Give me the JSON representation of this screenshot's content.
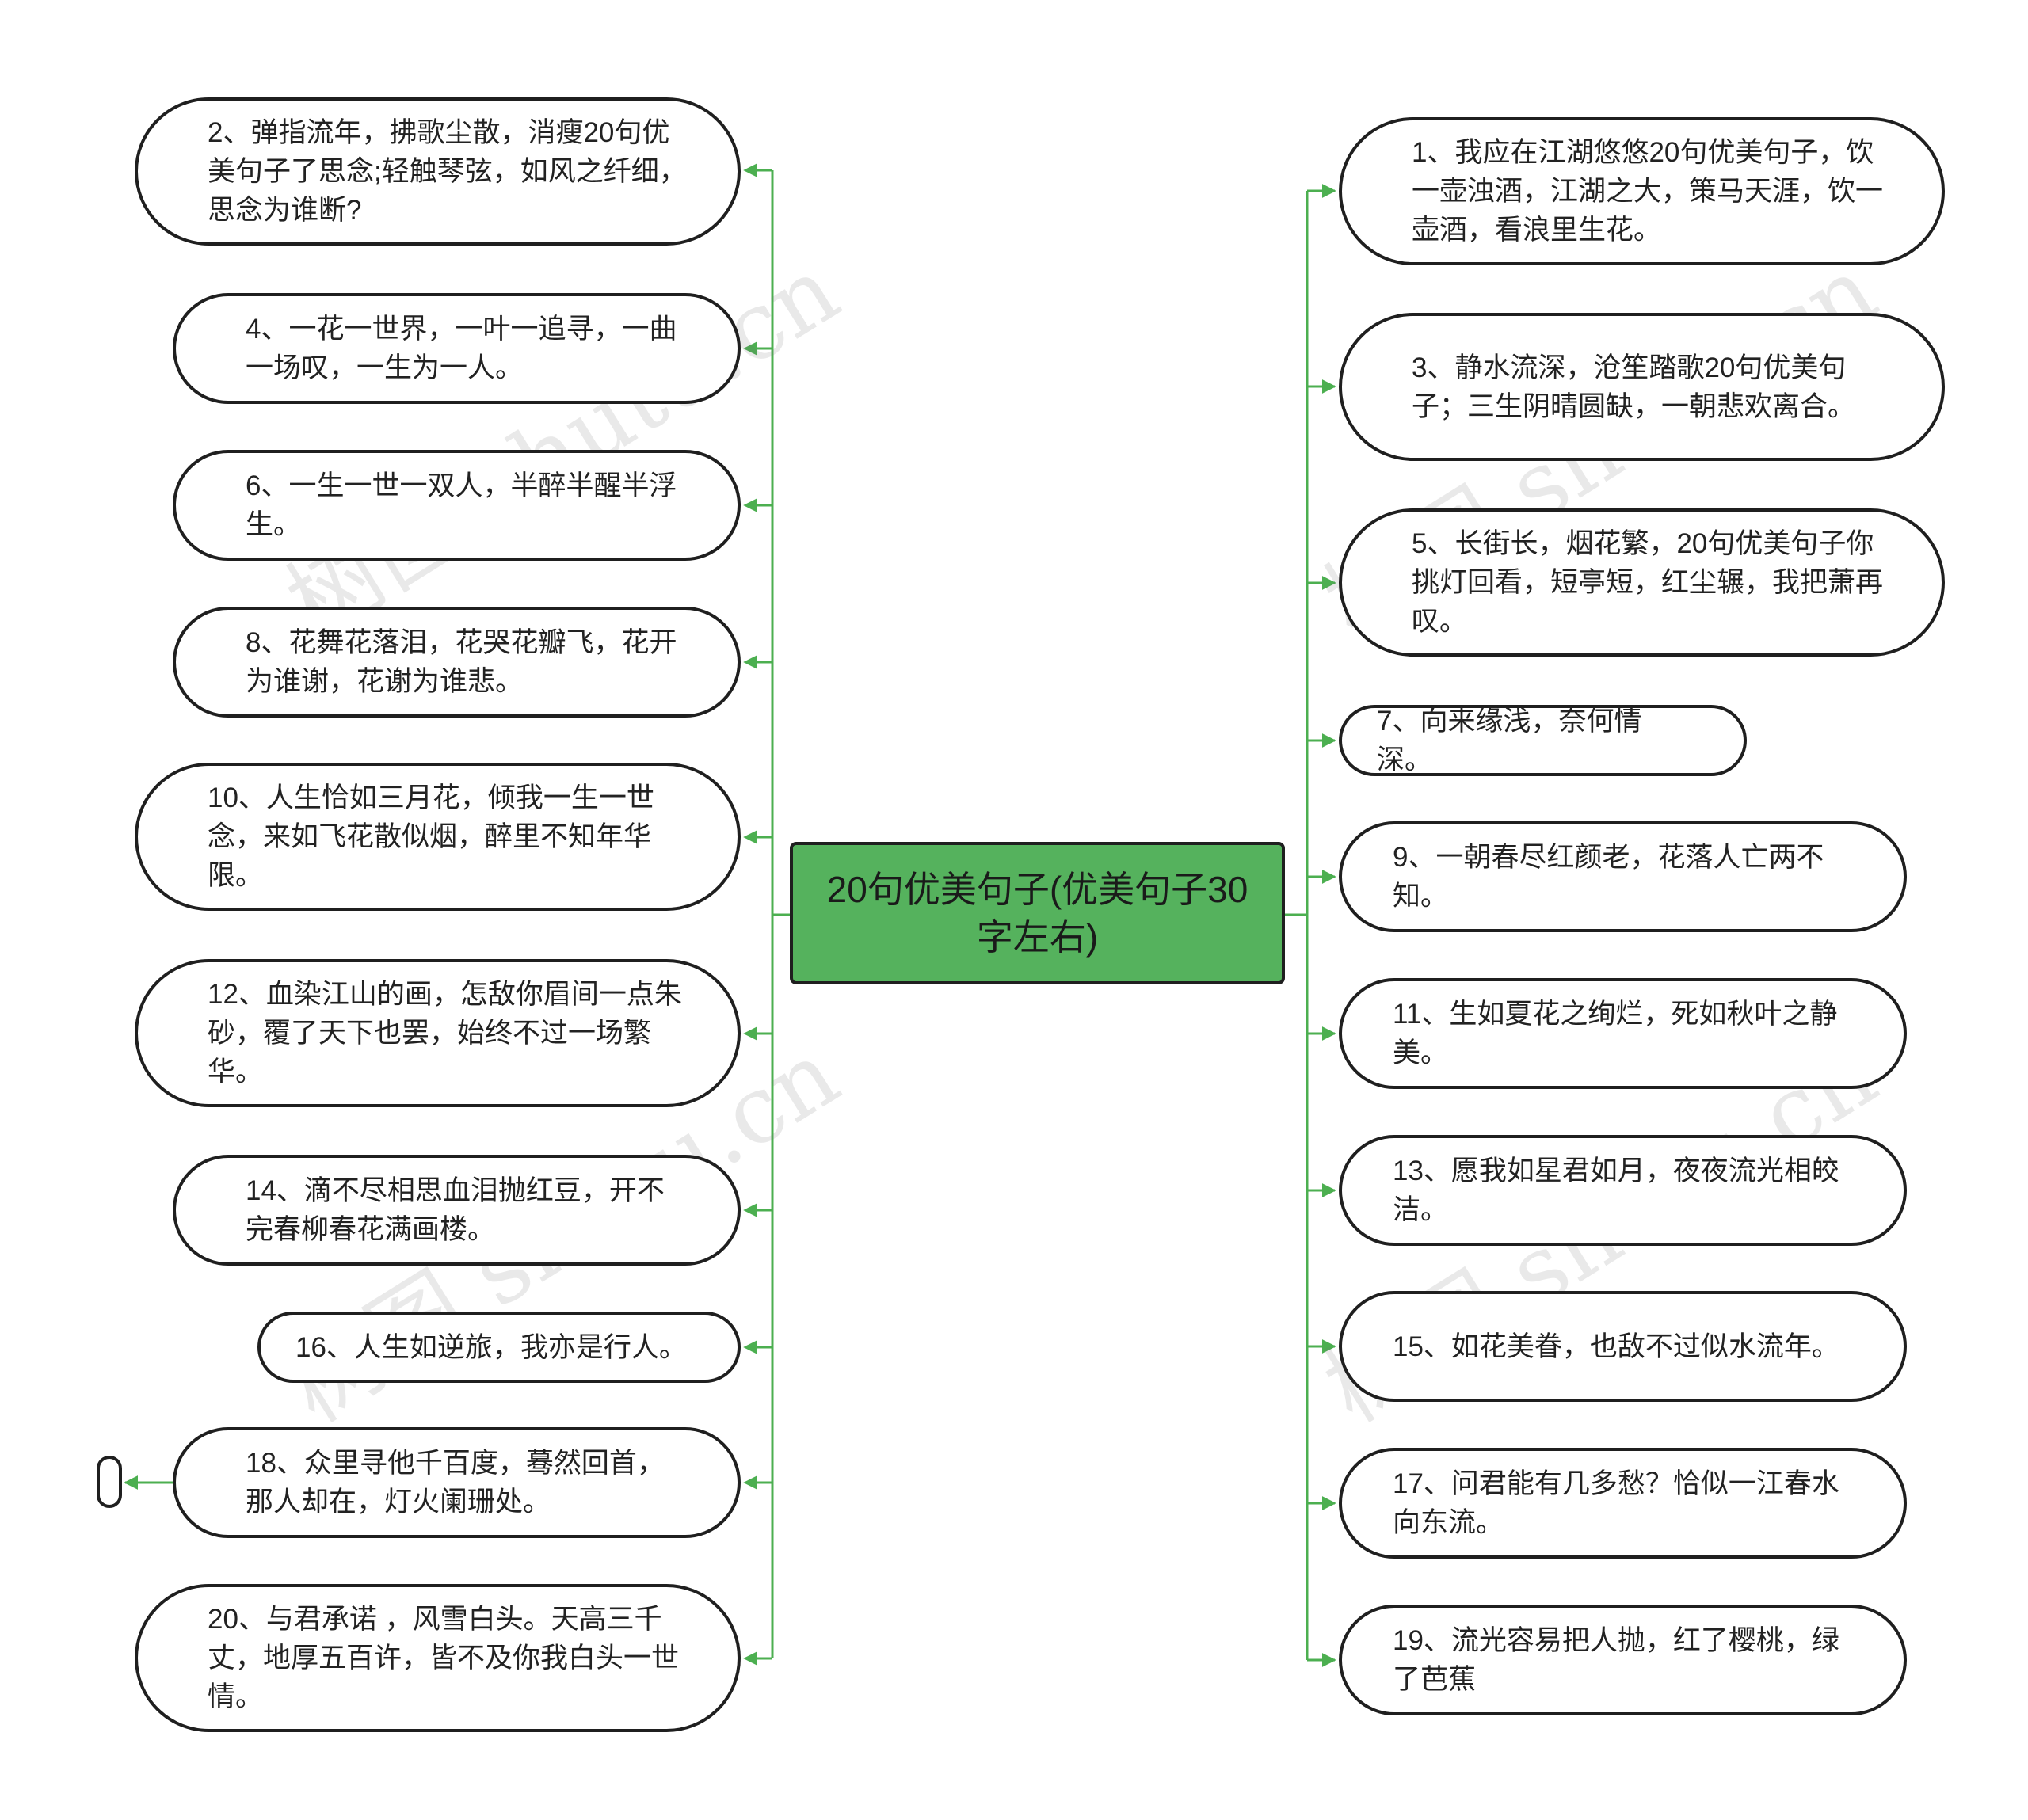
{
  "root": {
    "label": "20句优美句子(优美句子30字左右)"
  },
  "colors": {
    "root_fill": "#55b25d",
    "connector": "#4caf50",
    "node_border": "#1f1f1f"
  },
  "left_nodes": [
    {
      "text": "2、弹指流年，拂歌尘散，消瘦20句优美句子了思念;轻触琴弦，如风之纤细，思念为谁断?"
    },
    {
      "text": "4、一花一世界，一叶一追寻，一曲一场叹，一生为一人。"
    },
    {
      "text": "6、一生一世一双人，半醉半醒半浮生。"
    },
    {
      "text": "8、花舞花落泪，花哭花瓣飞，花开为谁谢，花谢为谁悲。"
    },
    {
      "text": "10、人生恰如三月花，倾我一生一世念，来如飞花散似烟，醉里不知年华限。"
    },
    {
      "text": "12、血染江山的画，怎敌你眉间一点朱砂，覆了天下也罢，始终不过一场繁华。"
    },
    {
      "text": "14、滴不尽相思血泪抛红豆，开不完春柳春花满画楼。"
    },
    {
      "text": "16、人生如逆旅，我亦是行人。"
    },
    {
      "text": "18、众里寻他千百度，蓦然回首，那人却在，灯火阑珊处。"
    },
    {
      "text": "20、与君承诺 ，风雪白头。天高三千丈，地厚五百许，皆不及你我白头一世情。"
    }
  ],
  "right_nodes": [
    {
      "text": "1、我应在江湖悠悠20句优美句子，饮一壶浊酒，江湖之大，策马天涯，饮一壶酒，看浪里生花。"
    },
    {
      "text": "3、静水流深，沧笙踏歌20句优美句子；三生阴晴圆缺，一朝悲欢离合。"
    },
    {
      "text": "5、长街长，烟花繁，20句优美句子你挑灯回看，短亭短，红尘辗，我把萧再叹。"
    },
    {
      "text": "7、向来缘浅，奈何情深。"
    },
    {
      "text": "9、一朝春尽红颜老，花落人亡两不知。"
    },
    {
      "text": "11、生如夏花之绚烂，死如秋叶之静美。"
    },
    {
      "text": "13、愿我如星君如月，夜夜流光相皎洁。"
    },
    {
      "text": "15、如花美眷，也敌不过似水流年。"
    },
    {
      "text": "17、问君能有几多愁？恰似一江春水向东流。"
    },
    {
      "text": "19、流光容易把人抛，红了樱桃，绿了芭蕉"
    }
  ],
  "watermark": {
    "text": "树图 shutu.cn"
  }
}
